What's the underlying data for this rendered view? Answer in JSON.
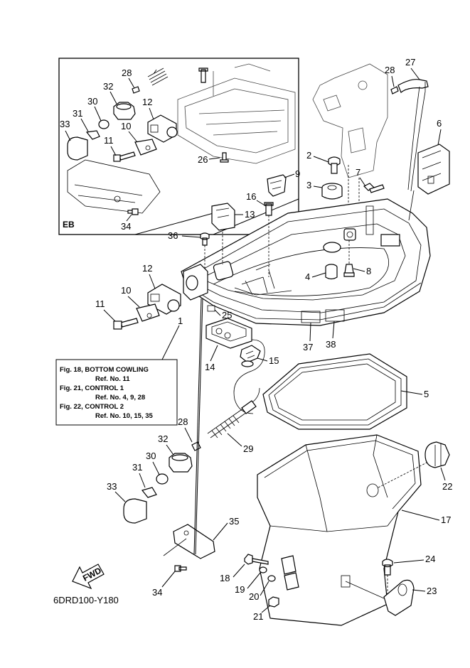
{
  "diagram": {
    "inset_label": "EB",
    "drawing_code": "6DRD100-Y180",
    "fwd_label": "FWD",
    "reference_box": [
      "Fig. 18, BOTTOM COWLING",
      "Ref. No. 11",
      "Fig. 21, CONTROL 1",
      "Ref. No. 4, 9, 28",
      "Fig. 22, CONTROL 2",
      "Ref. No. 10, 15, 35"
    ],
    "callouts": {
      "c1": "1",
      "c2": "2",
      "c3": "3",
      "c4": "4",
      "c5": "5",
      "c6": "6",
      "c7": "7",
      "c8": "8",
      "c9": "9",
      "c10": "10",
      "c11": "11",
      "c12": "12",
      "c13": "13",
      "c14": "14",
      "c15": "15",
      "c16": "16",
      "c17": "17",
      "c18": "18",
      "c19": "19",
      "c20": "20",
      "c21": "21",
      "c22": "22",
      "c23": "23",
      "c24": "24",
      "c25": "25",
      "c26": "26",
      "c27": "27",
      "c28": "28",
      "c29": "29",
      "c32": "32",
      "c30": "30",
      "c31": "31",
      "c33": "33",
      "c34": "34",
      "c35": "35",
      "c36": "36",
      "c37": "37",
      "c38": "38",
      "e28": "28",
      "e32": "32",
      "e30": "30",
      "e31": "31",
      "e33": "33",
      "e12": "12",
      "e10": "10",
      "e11": "11",
      "e26": "26",
      "e34": "34"
    }
  }
}
